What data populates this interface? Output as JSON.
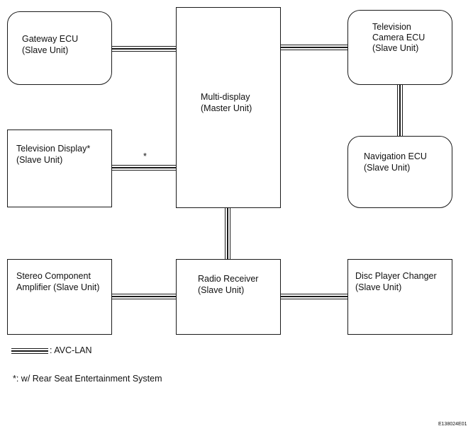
{
  "boxes": {
    "gateway": {
      "line1": "Gateway ECU",
      "line2": "(Slave Unit)"
    },
    "tv_camera": {
      "line1": "Television",
      "line2": "Camera ECU",
      "line3": "(Slave Unit)"
    },
    "multi_display": {
      "line1": "Multi-display",
      "line2": "(Master Unit)"
    },
    "tv_display": {
      "line1": "Television Display*",
      "line2": "(Slave Unit)"
    },
    "navigation": {
      "line1": "Navigation ECU",
      "line2": "(Slave Unit)"
    },
    "stereo_amp": {
      "line1": "Stereo Component",
      "line2": "Amplifier (Slave Unit)"
    },
    "radio": {
      "line1": "Radio Receiver",
      "line2": "(Slave Unit)"
    },
    "disc_changer": {
      "line1": "Disc Player Changer",
      "line2": "(Slave Unit)"
    }
  },
  "bus_marker": "*",
  "legend": {
    "label": ": AVC-LAN"
  },
  "footnote": "*: w/ Rear Seat Entertainment System",
  "figure_code": "E138024E01"
}
